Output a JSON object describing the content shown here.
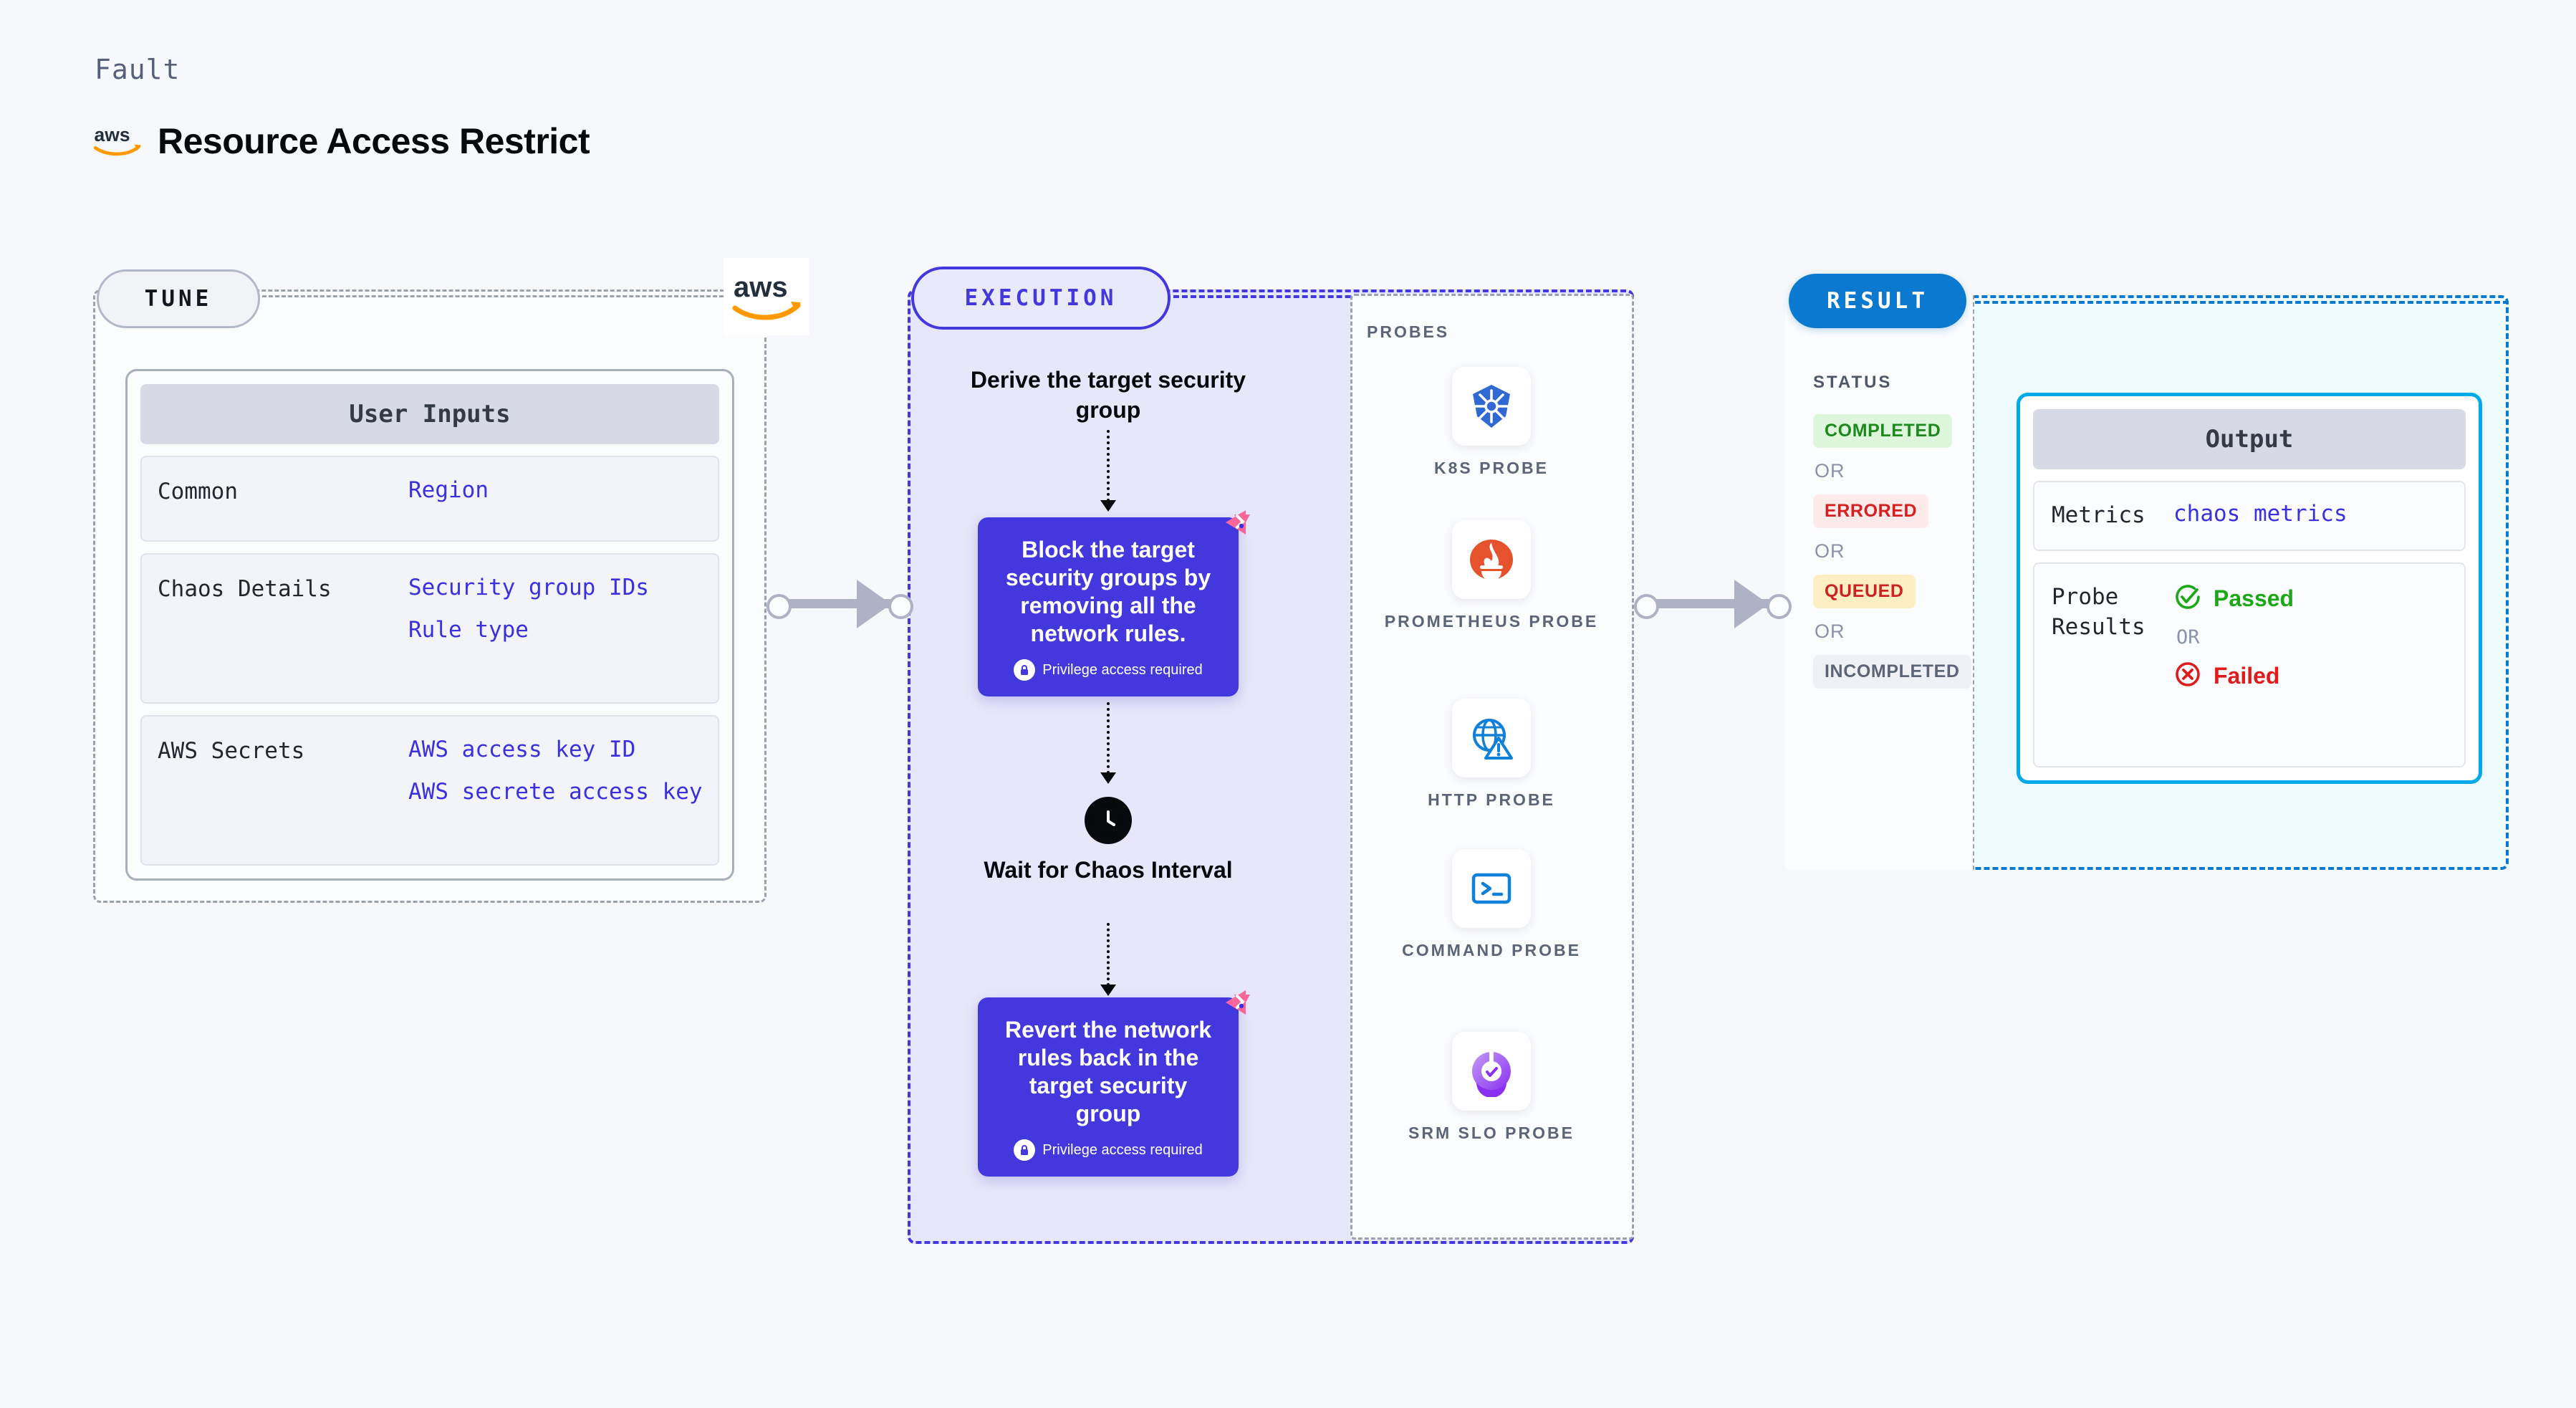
{
  "header": {
    "fault_label": "Fault",
    "title": "Resource Access Restrict",
    "provider_logo": "aws-logo"
  },
  "tune": {
    "pill_label": "TUNE",
    "provider_badge": "aws-logo",
    "card_title": "User Inputs",
    "rows": [
      {
        "label": "Common",
        "values": [
          "Region"
        ]
      },
      {
        "label": "Chaos Details",
        "values": [
          "Security group IDs",
          "Rule type"
        ]
      },
      {
        "label": "AWS Secrets",
        "values": [
          "AWS access key ID",
          "AWS secrete access key"
        ]
      }
    ]
  },
  "execution": {
    "pill_label": "EXECUTION",
    "steps": {
      "derive": "Derive the target security group",
      "block_title": "Block the target security groups by removing all the network rules.",
      "block_privilege": "Privilege access required",
      "wait": "Wait for Chaos Interval",
      "revert_title": "Revert the network rules back in the target security group",
      "revert_privilege": "Privilege access required"
    },
    "probes": {
      "title": "PROBES",
      "items": [
        {
          "label": "K8S PROBE",
          "icon": "kubernetes-icon"
        },
        {
          "label": "PROMETHEUS PROBE",
          "icon": "prometheus-icon"
        },
        {
          "label": "HTTP PROBE",
          "icon": "http-globe-warning-icon"
        },
        {
          "label": "COMMAND PROBE",
          "icon": "terminal-icon"
        },
        {
          "label": "SRM SLO PROBE",
          "icon": "srm-slo-icon"
        }
      ]
    }
  },
  "result": {
    "pill_label": "RESULT",
    "status_title": "STATUS",
    "or_label": "OR",
    "statuses": [
      {
        "label": "COMPLETED",
        "bg": "#ddf6dc",
        "fg": "#1d8a1d"
      },
      {
        "label": "ERRORED",
        "bg": "#fdeaea",
        "fg": "#d5201f"
      },
      {
        "label": "QUEUED",
        "bg": "#fdeec3",
        "fg": "#cc2222"
      },
      {
        "label": "INCOMPLETED",
        "bg": "#eff1f6",
        "fg": "#5c6478"
      }
    ],
    "output": {
      "card_title": "Output",
      "metrics_label": "Metrics",
      "metrics_value": "chaos metrics",
      "probe_results_label": "Probe Results",
      "passed_label": "Passed",
      "failed_label": "Failed",
      "or_label": "OR",
      "passed_color": "#1da818",
      "failed_color": "#e01b1b"
    }
  },
  "connectors": {
    "tune_to_execution": "arrow-right",
    "execution_to_result": "arrow-right"
  }
}
